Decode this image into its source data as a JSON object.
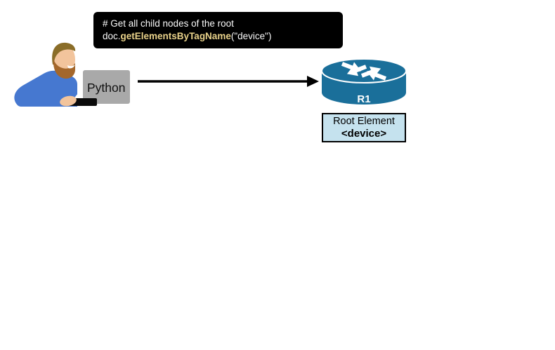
{
  "scene": {
    "background": "#ffffff"
  },
  "code_block": {
    "comment": "# Get all child nodes of the root",
    "code_prefix": "doc.",
    "code_method": "getElementsByTagName",
    "code_args": "(\"device\")",
    "background": "#000000",
    "text_color": "#ffffff",
    "method_color": "#e9d28a"
  },
  "python_host": {
    "label": "Python",
    "label_background": "#a9a9a9",
    "icon": "person-at-laptop-icon",
    "shirt_color": "#4678d0",
    "skin_color": "#f2c49c",
    "hair_color": "#8a6d28",
    "beard_color": "#a4672b"
  },
  "connector": {
    "icon": "right-arrow",
    "color": "#000000"
  },
  "router": {
    "label": "R1",
    "icon": "cisco-router-icon",
    "body_color": "#1a6f9a",
    "label_color": "#ffffff"
  },
  "root_element": {
    "title": "Root Element",
    "tag": "<device>",
    "background": "#c5e2ee",
    "border_color": "#000000"
  }
}
